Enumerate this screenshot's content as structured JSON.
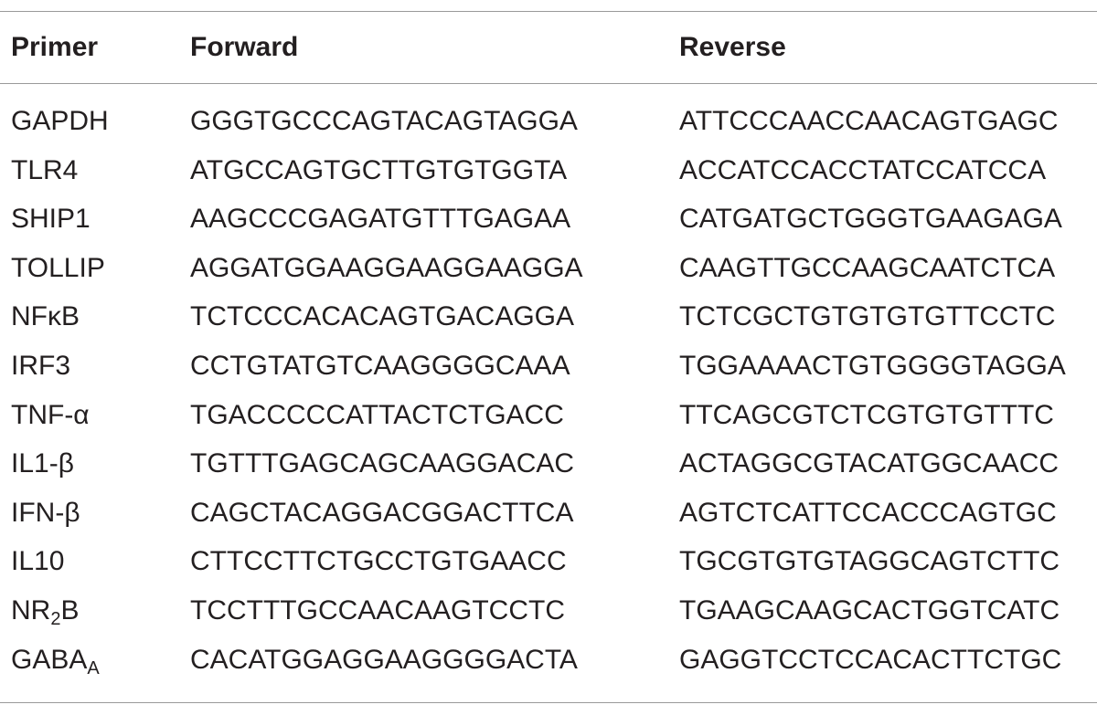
{
  "table": {
    "headers": {
      "primer": "Primer",
      "forward": "Forward",
      "reverse": "Reverse"
    },
    "rows": [
      {
        "primer": "GAPDH",
        "primer_sub": "",
        "forward": "GGGTGCCCAGTACAGTAGGA",
        "reverse": "ATTCCCAACCAACAGTGAGC"
      },
      {
        "primer": "TLR4",
        "primer_sub": "",
        "forward": "ATGCCAGTGCTTGTGTGGTA",
        "reverse": "ACCATCCACCTATCCATCCA"
      },
      {
        "primer": "SHIP1",
        "primer_sub": "",
        "forward": "AAGCCCGAGATGTTTGAGAA",
        "reverse": "CATGATGCTGGGTGAAGAGA"
      },
      {
        "primer": "TOLLIP",
        "primer_sub": "",
        "forward": "AGGATGGAAGGAAGGAAGGA",
        "reverse": "CAAGTTGCCAAGCAATCTCA"
      },
      {
        "primer": "NFκB",
        "primer_sub": "",
        "forward": "TCTCCCACACAGTGACAGGA",
        "reverse": "TCTCGCTGTGTGTGTTCCTC"
      },
      {
        "primer": "IRF3",
        "primer_sub": "",
        "forward": "CCTGTATGTCAAGGGGCAAA",
        "reverse": "TGGAAAACTGTGGGGTAGGA"
      },
      {
        "primer": "TNF-α",
        "primer_sub": "",
        "forward": "TGACCCCCATTACTCTGACC",
        "reverse": "TTCAGCGTCTCGTGTGTTTC"
      },
      {
        "primer": "IL1-β",
        "primer_sub": "",
        "forward": "TGTTTGAGCAGCAAGGACAC",
        "reverse": "ACTAGGCGTACATGGCAACC"
      },
      {
        "primer": "IFN-β",
        "primer_sub": "",
        "forward": "CAGCTACAGGACGGACTTCA",
        "reverse": "AGTCTCATTCCACCCAGTGC"
      },
      {
        "primer": "IL10",
        "primer_sub": "",
        "forward": "CTTCCTTCTGCCTGTGAACC",
        "reverse": "TGCGTGTGTAGGCAGTCTTC"
      },
      {
        "primer": "NR",
        "primer_sub": "2",
        "primer_tail": "B",
        "forward": "TCCTTTGCCAACAAGTCCTC",
        "reverse": "TGAAGCAAGCACTGGTCATC"
      },
      {
        "primer": "GABA",
        "primer_sub": "A",
        "forward": "CACATGGAGGAAGGGGACTA",
        "reverse": "GAGGTCCTCCACACTTCTGC"
      }
    ]
  }
}
